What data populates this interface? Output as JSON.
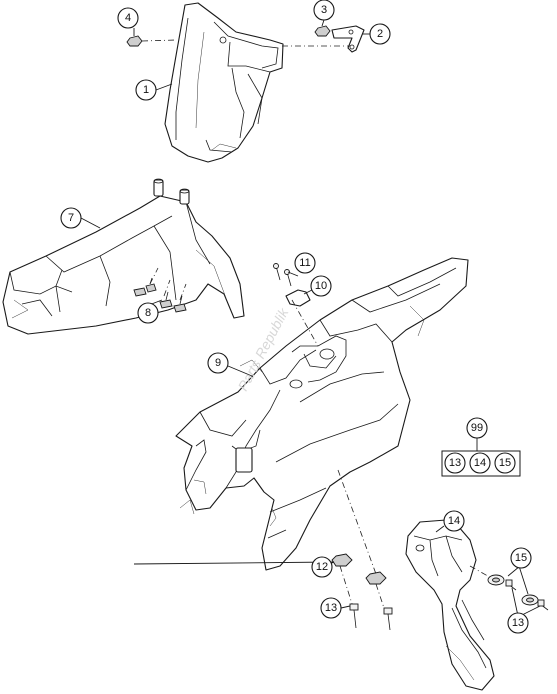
{
  "callouts": {
    "c1": "1",
    "c2": "2",
    "c3": "3",
    "c4": "4",
    "c7": "7",
    "c8": "8",
    "c9": "9",
    "c10": "10",
    "c11": "11",
    "c12": "12",
    "c13a": "13",
    "c13b": "13",
    "c14": "14",
    "c15": "15",
    "kit_99": "99",
    "kit_13": "13",
    "kit_14": "14",
    "kit_15": "15"
  },
  "watermark": "Parts Republik"
}
